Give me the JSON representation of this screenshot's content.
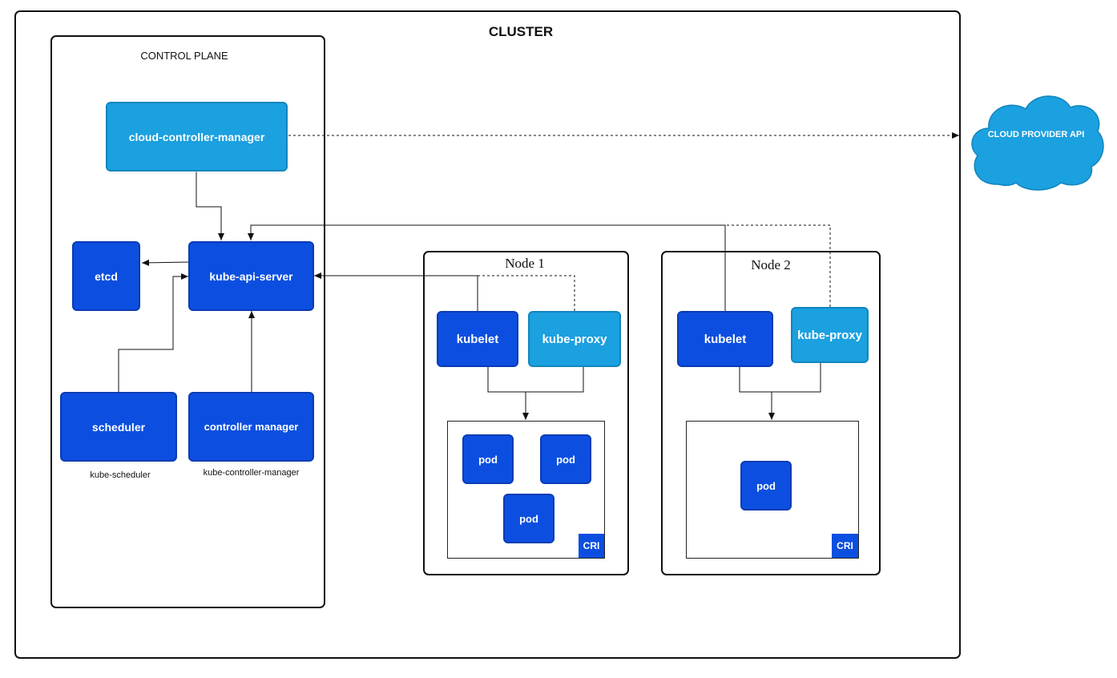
{
  "cluster": {
    "title": "CLUSTER"
  },
  "control_plane": {
    "title": "CONTROL PLANE",
    "cloud_controller_manager": "cloud-controller-manager",
    "etcd": "etcd",
    "kube_api_server": "kube-api-server",
    "scheduler": "scheduler",
    "scheduler_caption": "kube-scheduler",
    "controller_manager": "controller manager",
    "controller_manager_caption": "kube-controller-manager"
  },
  "cloud": {
    "label": "CLOUD PROVIDER API"
  },
  "node1": {
    "title": "Node 1",
    "kubelet": "kubelet",
    "kube_proxy": "kube-proxy",
    "pods": [
      "pod",
      "pod",
      "pod"
    ],
    "cri": "CRI"
  },
  "node2": {
    "title": "Node 2",
    "kubelet": "kubelet",
    "kube_proxy": "kube-proxy",
    "pods": [
      "pod"
    ],
    "cri": "CRI"
  },
  "colors": {
    "component_dark": "#0c4fe0",
    "component_light": "#1ba0e0",
    "border": "#111111"
  }
}
